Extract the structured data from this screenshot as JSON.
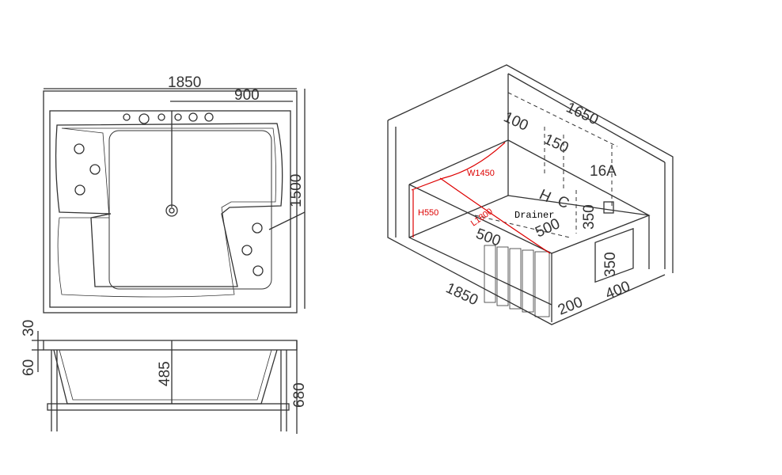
{
  "top_view": {
    "width": "1850",
    "jets_span": "900",
    "depth": "1500"
  },
  "side_view": {
    "rim": "30",
    "lip": "60",
    "inner_depth": "485",
    "total_height": "680"
  },
  "iso_view": {
    "length": "1850",
    "back_length": "1650",
    "offset_100": "100",
    "offset_150": "150",
    "power": "16A",
    "hot": "H",
    "cold": "C",
    "tap_height": "350",
    "drain_left": "500",
    "drain_right": "500",
    "access_height": "350",
    "access_offset": "200",
    "access_width": "400",
    "drainer": "Drainer",
    "w": "W1450",
    "h": "H550",
    "l": "L1800"
  },
  "colors": {
    "line": "#333333",
    "annotation": "#dd0000"
  }
}
